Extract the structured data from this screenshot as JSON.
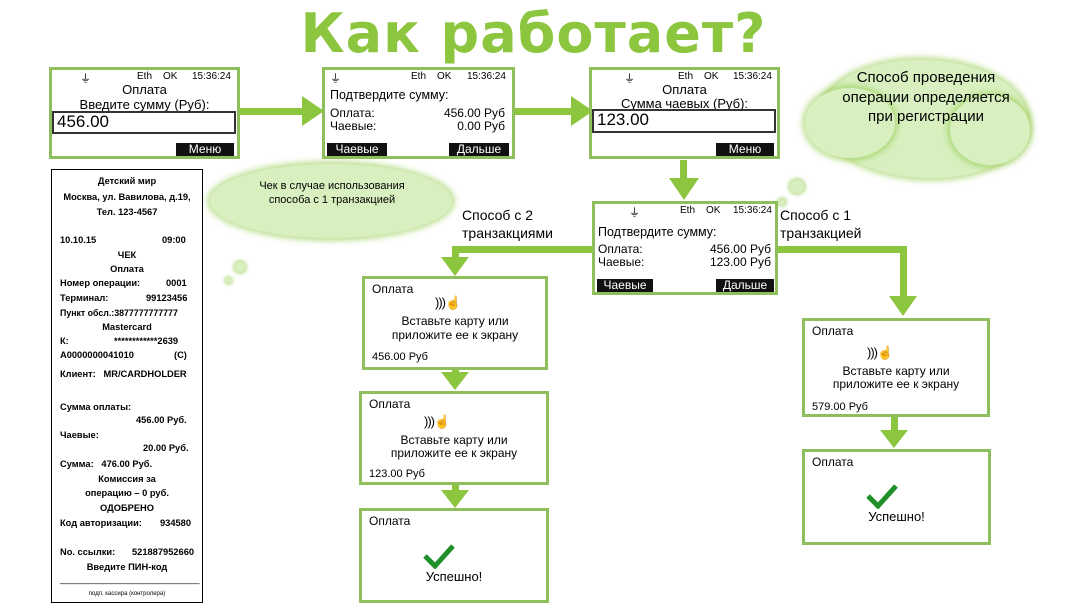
{
  "title": "Как работает?",
  "status": {
    "eth": "Eth",
    "ok": "OK",
    "time": "15:36:24"
  },
  "screen1": {
    "title": "Оплата",
    "subtitle": "Введите сумму (Руб):",
    "input": "456.00",
    "menu": "Меню"
  },
  "screen2": {
    "title": "Подтвердите сумму:",
    "pay_label": "Оплата:",
    "pay_value": "456.00 Руб",
    "tip_label": "Чаевые:",
    "tip_value": "0.00 Руб",
    "tips_btn": "Чаевые",
    "next_btn": "Дальше"
  },
  "screen3": {
    "title": "Оплата",
    "subtitle": "Сумма чаевых (Руб):",
    "input": "123.00",
    "menu": "Меню"
  },
  "screen4": {
    "title": "Подтвердите сумму:",
    "pay_label": "Оплата:",
    "pay_value": "456.00 Руб",
    "tip_label": "Чаевые:",
    "tip_value": "123.00 Руб",
    "tips_btn": "Чаевые",
    "next_btn": "Дальше"
  },
  "cloud_right": "Способ проведения операции определяется при регистрации",
  "cloud_left": "Чек в случае использования способа с 1 транзакцией",
  "branch_left": "Способ с 2 транзакциями",
  "branch_right": "Способ с 1 транзакцией",
  "pay": {
    "title": "Оплата",
    "line1": "Вставьте карту или",
    "line2": "приложите ее к экрану"
  },
  "pay_amounts": {
    "a": "456.00 Руб",
    "b": "123.00 Руб",
    "c": "579.00 Руб"
  },
  "success": "Успешно!",
  "receipt": {
    "shop": "Детский мир",
    "address": "Москва, ул. Вавилова, д.19,",
    "phone": "Тел. 123-4567",
    "date": "10.10.15",
    "time": "09:00",
    "type": "ЧЕК",
    "op": "Оплата",
    "op_no_label": "Номер операции:",
    "op_no": "0001",
    "terminal_label": "Терминал:",
    "terminal": "99123456",
    "point": "Пункт обсл.:3877777777777",
    "card": "Mastercard",
    "k_label": "К:",
    "k_value": "************2639",
    "aid": "A0000000041010",
    "aid_flag": "(C)",
    "client": "Клиент:   MR/CARDHOLDER",
    "sum_label": "Сумма оплаты:",
    "sum_value": "456.00 Руб.",
    "tips_label": "Чаевые:",
    "tips_value": "20.00 Руб.",
    "total": "Сумма:   476.00 Руб.",
    "fee1": "Комиссия за",
    "fee2": "операцию – 0 руб.",
    "approved": "ОДОБРЕНО",
    "auth_label": "Код авторизации:",
    "auth": "934580",
    "ref_label": "No. ссылки:",
    "ref": "521887952660",
    "pin": "Введите ПИН-код",
    "line": "___________________________",
    "sign": "подп. кассира (контролера)"
  }
}
